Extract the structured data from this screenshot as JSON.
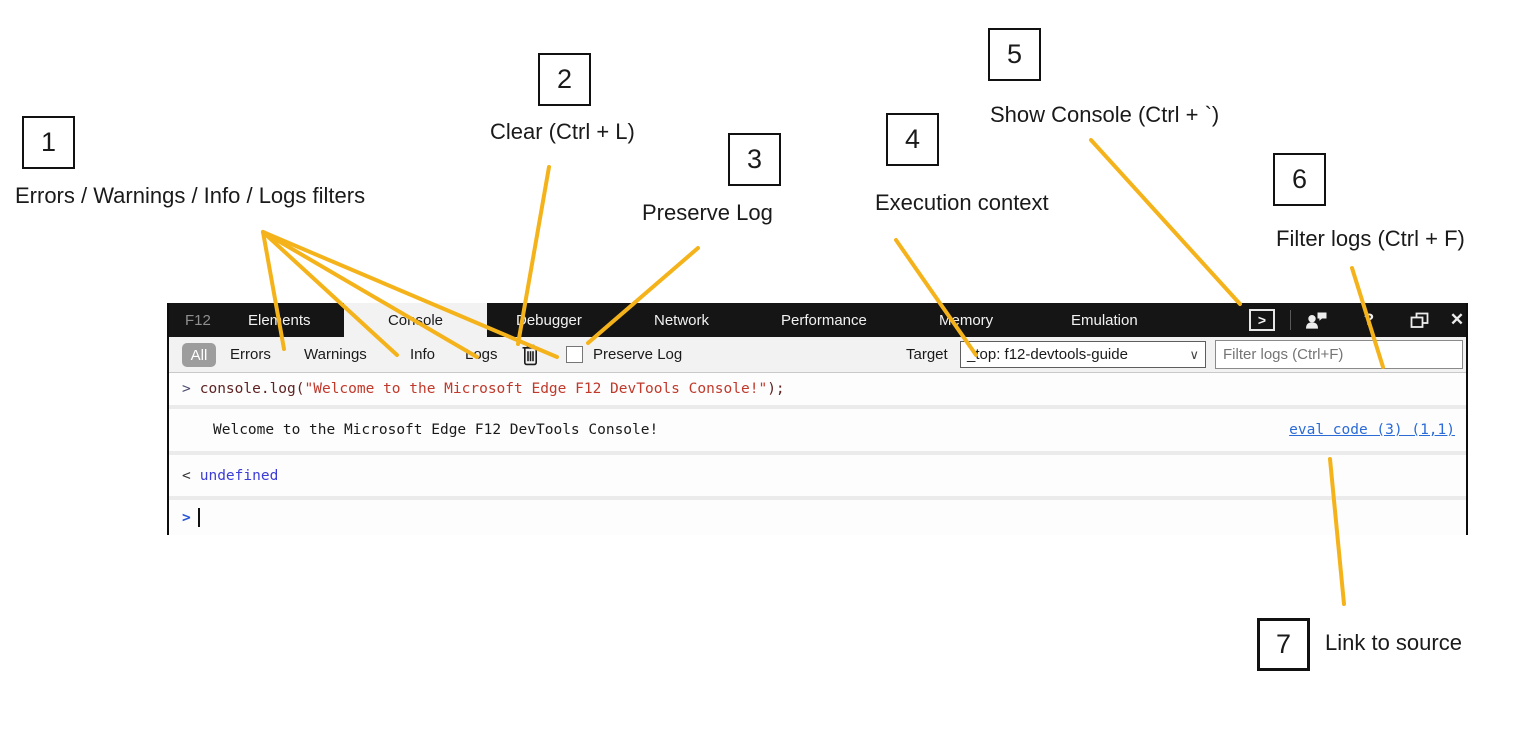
{
  "annotations": {
    "line_color": "#F5B31B",
    "callouts": [
      {
        "num": "1",
        "label": "Errors / Warnings / Info / Logs filters"
      },
      {
        "num": "2",
        "label": "Clear (Ctrl + L)"
      },
      {
        "num": "3",
        "label": "Preserve Log"
      },
      {
        "num": "4",
        "label": "Execution context"
      },
      {
        "num": "5",
        "label": "Show Console (Ctrl + `)"
      },
      {
        "num": "6",
        "label": "Filter logs (Ctrl + F)"
      },
      {
        "num": "7",
        "label": "Link to source"
      }
    ]
  },
  "devtools": {
    "titlebar": {
      "tabs": [
        {
          "label": "F12"
        },
        {
          "label": "Elements"
        },
        {
          "label": "Console"
        },
        {
          "label": "Debugger"
        },
        {
          "label": "Network"
        },
        {
          "label": "Performance"
        },
        {
          "label": "Memory"
        },
        {
          "label": "Emulation"
        }
      ],
      "icons": {
        "show_console": ">",
        "help": "?",
        "close": "✕"
      }
    },
    "toolbar": {
      "all_label": "All",
      "filters": [
        {
          "label": "Errors"
        },
        {
          "label": "Warnings"
        },
        {
          "label": "Info"
        },
        {
          "label": "Logs"
        }
      ],
      "preserve_log_label": "Preserve Log",
      "target_label": "Target",
      "target_value": "_top: f12-devtools-guide",
      "target_chevron": "∨",
      "filter_placeholder": "Filter logs (Ctrl+F)"
    },
    "console": {
      "input_echo": {
        "prompt": ">",
        "code_before": "console.log(",
        "string": "\"Welcome to the Microsoft Edge F12 DevTools Console!\"",
        "code_after": ");"
      },
      "output": {
        "text": "Welcome to the Microsoft Edge F12 DevTools Console!",
        "source_link": "eval code (3) (1,1)"
      },
      "result": {
        "arrow": "<",
        "value": "undefined"
      },
      "prompt": ">"
    }
  }
}
